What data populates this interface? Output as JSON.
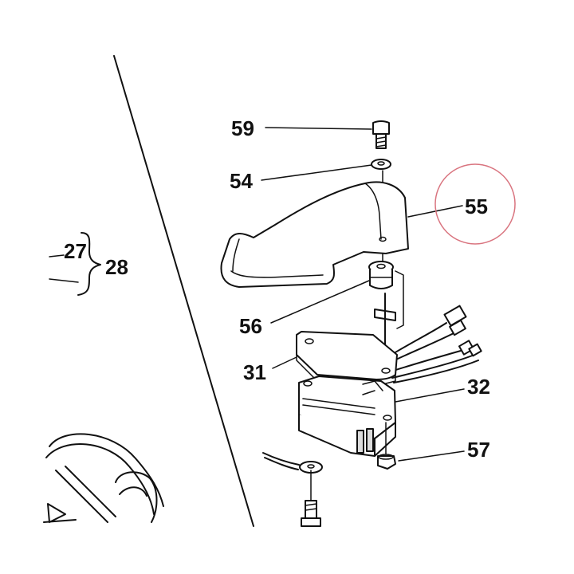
{
  "labels": {
    "p59": "59",
    "p54": "54",
    "p55": "55",
    "p56": "56",
    "p31": "31",
    "p32": "32",
    "p57": "57",
    "p27": "27",
    "p28": "28"
  },
  "colors": {
    "ink": "#111111",
    "highlight_circle": "#d9747f",
    "background": "#ffffff"
  },
  "highlighted_part": "55"
}
